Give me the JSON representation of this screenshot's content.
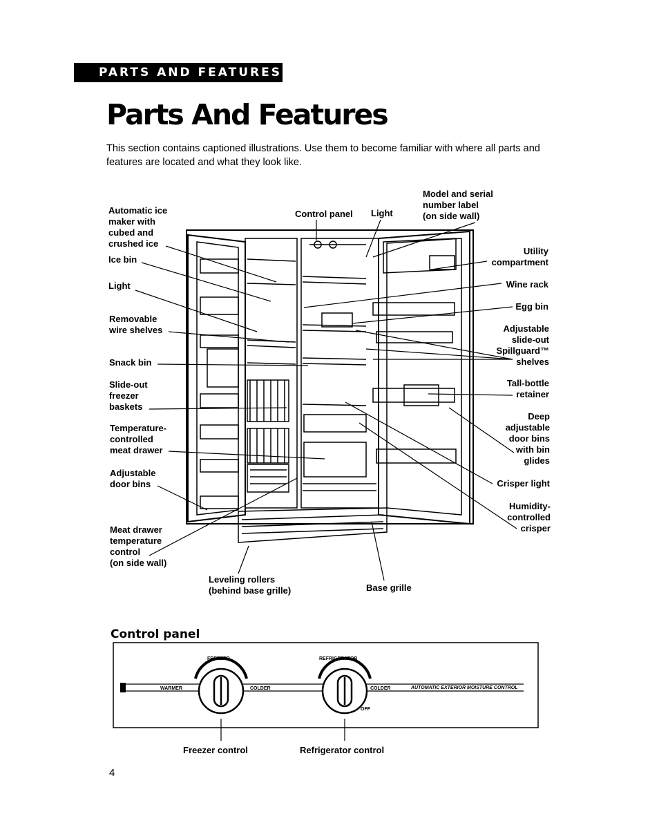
{
  "header": {
    "section_tab": "PARTS AND FEATURES",
    "title": "Parts And Features"
  },
  "intro": "This section contains captioned illustrations. Use them to become familiar with where all parts and features are located and what they look like.",
  "labels": {
    "left": [
      [
        "Automatic ice",
        "maker with",
        "cubed and",
        "crushed ice"
      ],
      [
        "Ice bin"
      ],
      [
        "Light"
      ],
      [
        "Removable",
        "wire shelves"
      ],
      [
        "Snack bin"
      ],
      [
        "Slide-out",
        "freezer",
        "baskets"
      ],
      [
        "Temperature-",
        "controlled",
        "meat drawer"
      ],
      [
        "Adjustable",
        "door bins"
      ],
      [
        "Meat drawer",
        "temperature",
        "control",
        "(on side wall)"
      ]
    ],
    "top": {
      "control_panel": "Control panel",
      "light": "Light",
      "model_serial": [
        "Model and serial",
        "number label",
        "(on side wall)"
      ]
    },
    "right": [
      [
        "Utility",
        "compartment"
      ],
      [
        "Wine rack"
      ],
      [
        "Egg bin"
      ],
      [
        "Adjustable",
        "slide-out",
        "Spillguard™",
        "shelves"
      ],
      [
        "Tall-bottle",
        "retainer"
      ],
      [
        "Deep",
        "adjustable",
        "door bins",
        "with bin",
        "glides"
      ],
      [
        "Crisper light"
      ],
      [
        "Humidity-",
        "controlled",
        "crisper"
      ]
    ],
    "bottom": {
      "leveling_rollers": [
        "Leveling rollers",
        "(behind base grille)"
      ],
      "base_grille": "Base grille"
    }
  },
  "control_panel": {
    "heading": "Control panel",
    "freezer_dial_title": "FREEZER",
    "fridge_dial_title": "REFRIGERATOR",
    "warmer": "WARMER",
    "colder": "COLDER",
    "colder2": "COLDER",
    "off": "OFF",
    "moisture": "AUTOMATIC EXTERIOR MOISTURE CONTROL",
    "freezer_caption": "Freezer control",
    "fridge_caption": "Refrigerator control"
  },
  "page_number": "4"
}
